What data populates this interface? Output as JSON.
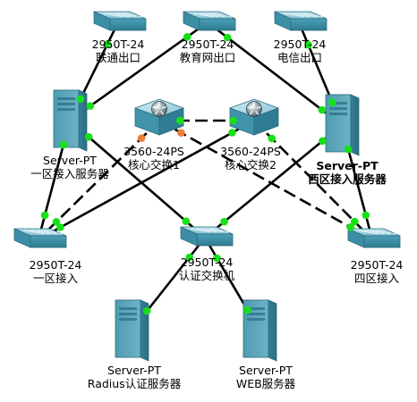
{
  "colors": {
    "link": "#000000",
    "port_up": "#18e018",
    "port_down": "#f07e3a",
    "switch_face": "#5aa7bd",
    "switch_dark": "#2f7d94",
    "server_body": "#4e98ad"
  },
  "devices": [
    {
      "id": "sw-unicom",
      "icon": "switch-icon",
      "model": "2950T-24",
      "name": "联通出口"
    },
    {
      "id": "sw-edu",
      "icon": "switch-icon",
      "model": "2950T-24",
      "name": "教育网出口"
    },
    {
      "id": "sw-telecom",
      "icon": "switch-icon",
      "model": "2950T-24",
      "name": "电信出口"
    },
    {
      "id": "srv-zone1",
      "icon": "server-icon",
      "model": "Server-PT",
      "name": "一区接入服务器"
    },
    {
      "id": "core1",
      "icon": "multilayer-switch-icon",
      "model": "3560-24PS",
      "name": "核心交换1"
    },
    {
      "id": "core2",
      "icon": "multilayer-switch-icon",
      "model": "3560-24PS",
      "name": "核心交换2"
    },
    {
      "id": "srv-zone4",
      "icon": "server-icon",
      "model": "Server-PT",
      "name": "西区接入服务器"
    },
    {
      "id": "sw-zone1",
      "icon": "switch-icon",
      "model": "2950T-24",
      "name": "一区接入"
    },
    {
      "id": "sw-auth",
      "icon": "switch-icon",
      "model": "2950T-24",
      "name": "认证交换机"
    },
    {
      "id": "sw-zone4",
      "icon": "switch-icon",
      "model": "2950T-24",
      "name": "四区接入"
    },
    {
      "id": "srv-radius",
      "icon": "server-icon",
      "model": "Server-PT",
      "name": "Radius认证服务器"
    },
    {
      "id": "srv-web",
      "icon": "server-icon",
      "model": "Server-PT",
      "name": "WEB服务器"
    }
  ],
  "links": [
    {
      "from": "sw-unicom",
      "to": "srv-zone1",
      "style": "solid",
      "status": "up"
    },
    {
      "from": "sw-edu",
      "to": "srv-zone1",
      "style": "solid",
      "status": "up"
    },
    {
      "from": "sw-edu",
      "to": "srv-zone4",
      "style": "solid",
      "status": "up"
    },
    {
      "from": "sw-telecom",
      "to": "srv-zone4",
      "style": "solid",
      "status": "up"
    },
    {
      "from": "core1",
      "to": "core2",
      "style": "dashed",
      "status": "up"
    },
    {
      "from": "srv-zone1",
      "to": "sw-zone1",
      "style": "solid",
      "status": "up"
    },
    {
      "from": "srv-zone1",
      "to": "sw-auth",
      "style": "solid",
      "status": "up"
    },
    {
      "from": "srv-zone4",
      "to": "sw-zone4",
      "style": "solid",
      "status": "up"
    },
    {
      "from": "srv-zone4",
      "to": "sw-auth",
      "style": "solid",
      "status": "up"
    },
    {
      "from": "core1",
      "to": "sw-zone1",
      "style": "dashed",
      "status": "partial"
    },
    {
      "from": "core2",
      "to": "sw-zone1",
      "style": "solid",
      "status": "up"
    },
    {
      "from": "core1",
      "to": "sw-zone4",
      "style": "dashed",
      "status": "partial"
    },
    {
      "from": "core2",
      "to": "sw-zone4",
      "style": "dashed",
      "status": "up"
    },
    {
      "from": "sw-auth",
      "to": "srv-radius",
      "style": "solid",
      "status": "up"
    },
    {
      "from": "sw-auth",
      "to": "srv-web",
      "style": "solid",
      "status": "up"
    }
  ]
}
